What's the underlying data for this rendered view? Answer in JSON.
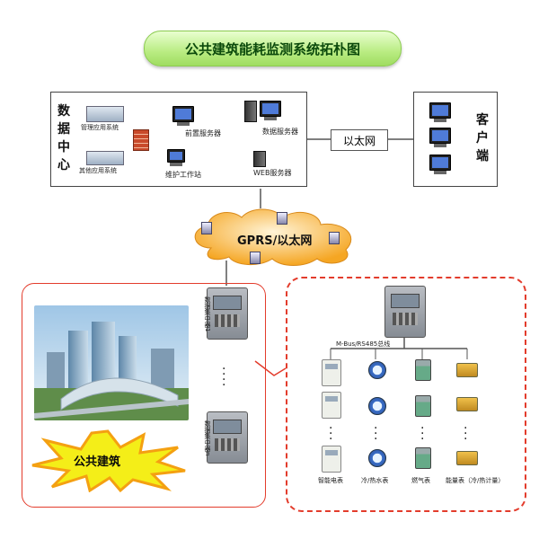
{
  "title": "公共建筑能耗监测系统拓朴图",
  "data_center": {
    "label": "数据中心",
    "mgmt_system": "管理应用系统",
    "other_system": "其他应用系统",
    "front_server": "前置服务器",
    "data_server": "数据服务器",
    "maintenance_ws": "维护工作站",
    "web_server": "WEB服务器"
  },
  "ethernet_label": "以太网",
  "client": {
    "label": "客户端"
  },
  "cloud": {
    "label": "GPRS/以太网"
  },
  "collector": {
    "label_top": "数据集中器1",
    "label_bottom": "数据集中器n"
  },
  "building": {
    "label": "公共建筑"
  },
  "bus": {
    "label": "M-Bus/RS485总线"
  },
  "meters": {
    "electric": "智能电表",
    "water": "冷/热水表",
    "gas": "燃气表",
    "heat": "能量表（冷/热计量）"
  },
  "colors": {
    "accent_red": "#e33c2c",
    "cloud_orange": "#f5a623",
    "title_green": "#b9ec82"
  }
}
